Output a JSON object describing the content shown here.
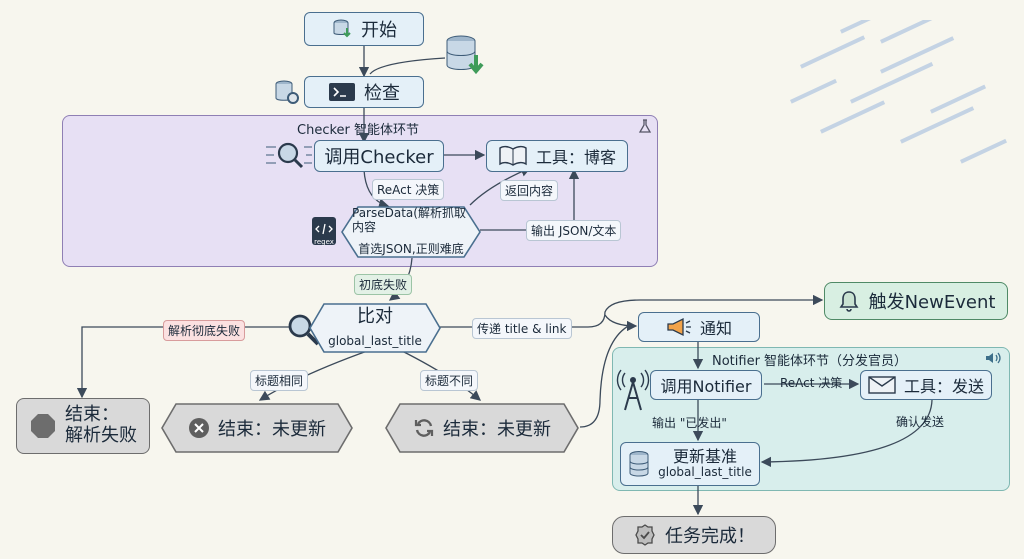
{
  "nodes": {
    "start": "开始",
    "check": "检查",
    "call_checker": "调用Checker",
    "tool_blog": "工具：博客",
    "parse_line1": "ParseData(解析抓取内容",
    "parse_line2": "首选JSON,正则难底",
    "compare_title": "比对",
    "compare_sub": "global_last_title",
    "end_fail_line1": "结束：",
    "end_fail_line2": "解析失败",
    "end_same": "结束：未更新",
    "end_diff": "结束：未更新",
    "trigger": "触发NewEvent",
    "notify": "通知",
    "call_notifier": "调用Notifier",
    "tool_send": "工具：发送",
    "update_line1": "更新基准",
    "update_line2": "global_last_title",
    "done": "任务完成！"
  },
  "panels": {
    "checker": "Checker 智能体环节",
    "notifier": "Notifier 智能体环节（分发官员）"
  },
  "edge_labels": {
    "react1": "ReAct 决策",
    "return_content": "返回内容",
    "output_json": "输出 JSON/文本",
    "fail": "初底失败",
    "parse_fail": "解析彻底失败",
    "pass_link": "传递 title & link",
    "same": "标题相同",
    "diff": "标题不同",
    "react2": "ReAct 决策",
    "output_sent": "输出 \"已发出\"",
    "confirm_send": "确认发送"
  },
  "icon_text": {
    "regex_badge": "regex"
  },
  "icons": [
    "database-download-icon",
    "terminal-icon",
    "database-gear-icon",
    "magnifier-network-icon",
    "book-icon",
    "code-file-icon",
    "magnifier-icon",
    "stop-octagon-icon",
    "close-circle-icon",
    "refresh-icon",
    "bell-icon",
    "megaphone-icon",
    "radio-tower-icon",
    "envelope-icon",
    "database-icon",
    "badge-icon",
    "flask-icon",
    "speaker-icon"
  ],
  "colors": {
    "checker_panel": "#e7e0f4",
    "notifier_panel": "#d8eeec",
    "blue_node": "#e4f0f8",
    "green_node": "#d8efe2",
    "grey_node": "#d9d9d9"
  }
}
